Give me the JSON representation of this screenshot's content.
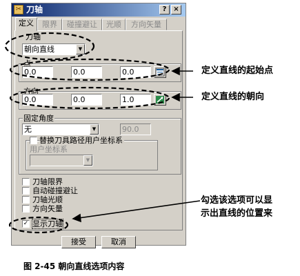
{
  "window": {
    "title": "刀轴",
    "help_label": "?",
    "close_label": "×"
  },
  "tabs": [
    {
      "label": "定义",
      "active": true
    },
    {
      "label": "限界",
      "active": false
    },
    {
      "label": "碰撞避让",
      "active": false
    },
    {
      "label": "光顺",
      "active": false
    },
    {
      "label": "方向矢量",
      "active": false
    }
  ],
  "axis": {
    "label": "刀轴",
    "value": "朝向直线"
  },
  "point": {
    "label": "点",
    "x": "0.0",
    "y": "0.0",
    "z": "0.0"
  },
  "direction": {
    "label": "方向",
    "x": "0.0",
    "y": "0.0",
    "z": "1.0"
  },
  "fixed_angle": {
    "label": "固定角度",
    "value": "无",
    "angle": "90.0",
    "replace_label": "替换刀具路径用户坐标系",
    "ucs_label": "用户坐标系",
    "ucs_value": ""
  },
  "options": [
    {
      "label": "刀轴限界",
      "checked": false
    },
    {
      "label": "自动碰撞避让",
      "checked": false
    },
    {
      "label": "刀轴光顺",
      "checked": false
    },
    {
      "label": "方向矢量",
      "checked": false
    },
    {
      "label": "显示刀轴",
      "checked": true
    }
  ],
  "check_mark": "✓",
  "buttons": {
    "accept": "接受",
    "cancel": "取消"
  },
  "annotations": {
    "start_point": "定义直线的起始点",
    "direction": "定义直线的朝向",
    "show_line": "勾选该选项可以显",
    "show_line_2": "示出直线的位置来"
  },
  "caption": "图 2-45  朝向直线选项内容",
  "colors": {
    "titlebar_start": "#0a246a",
    "titlebar_end": "#a6caf0",
    "dialog_bg": "#d4d0c8"
  }
}
